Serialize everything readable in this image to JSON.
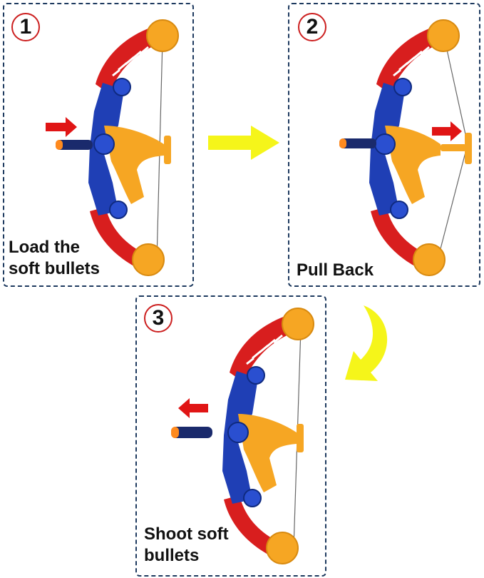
{
  "steps": [
    {
      "number": "1",
      "caption": "Load the\nsoft bullets"
    },
    {
      "number": "2",
      "caption": "Pull Back"
    },
    {
      "number": "3",
      "caption": "Shoot soft\nbullets"
    }
  ],
  "colors": {
    "bow_red": "#d81e1e",
    "bow_orange": "#f6a623",
    "grip_blue": "#1f3fb5",
    "dart_navy": "#1a2a6c",
    "dart_tip": "#ff8a1e",
    "action_arrow": "#e01515",
    "flow_arrow": "#f5f51a",
    "panel_border": "#1e3a5f",
    "number_circle": "#cc1f1f"
  },
  "icons": {
    "bow": "toy-bow-icon",
    "dart": "foam-dart-icon",
    "action_arrow": "red-arrow-icon",
    "flow_arrow": "yellow-arrow-icon"
  }
}
